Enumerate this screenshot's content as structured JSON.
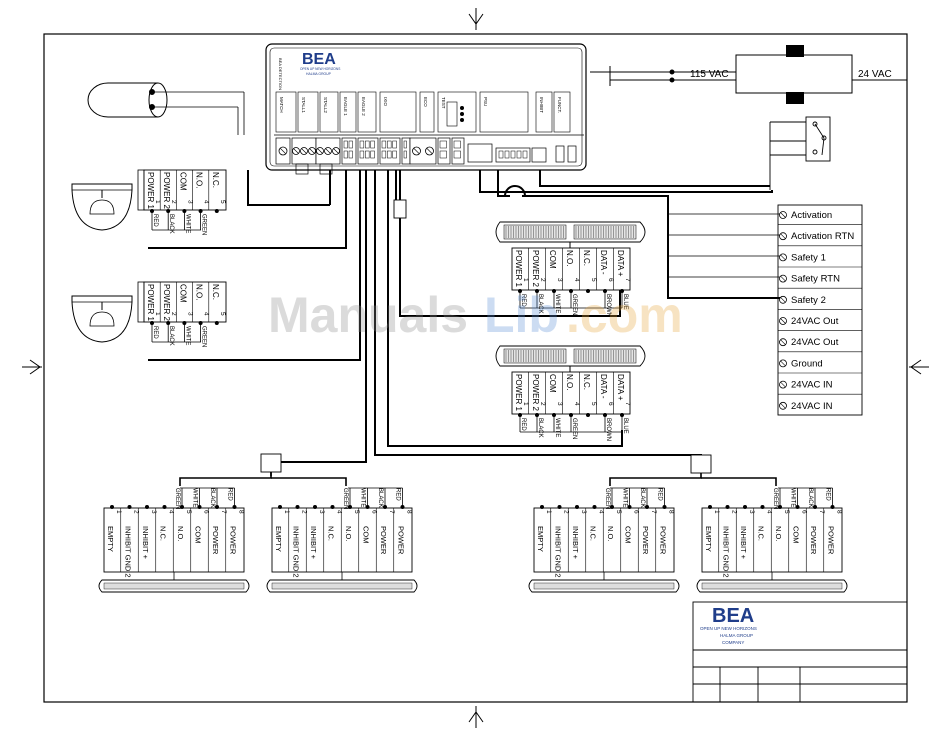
{
  "header": {
    "logo_main": "BEA",
    "logo_tagline": "OPEN UP NEW HORIZONS",
    "logo_group": "HALMA GROUP",
    "logo_company": "COMPANY"
  },
  "controller": {
    "side_text": "BEA DETECTION",
    "slots": [
      "MATCH",
      "STALL1",
      "STALL2",
      "EAGLE 1",
      "EAGLE 2",
      "IXIO",
      "ECO",
      "TEST",
      "PSU",
      "INHIBIT",
      "FUNCT."
    ]
  },
  "power": {
    "input_label": "115 VAC",
    "output_label": "24  VAC"
  },
  "terminal_strip": [
    "Activation",
    "Activation RTN",
    "Safety 1",
    "Safety RTN",
    "Safety 2",
    "24VAC Out",
    "24VAC Out",
    "Ground",
    "24VAC IN",
    "24VAC IN"
  ],
  "motion_sensors": {
    "pins": [
      "POWER 1",
      "POWER 2",
      "COM",
      "N.O.",
      "N.C."
    ],
    "numbers": [
      "1",
      "2",
      "3",
      "4",
      "5"
    ],
    "wires": [
      "RED",
      "BLACK",
      "WHITE",
      "GREEN"
    ]
  },
  "presence_sensors": {
    "pins": [
      "POWER 1",
      "POWER 2",
      "COM",
      "N.O.",
      "N.C.",
      "DATA -",
      "DATA +"
    ],
    "numbers": [
      "1",
      "2",
      "3",
      "4",
      "5",
      "6",
      "7"
    ],
    "wires": [
      "RED",
      "BLACK",
      "WHITE",
      "GREEN",
      "",
      "BROWN",
      "BLUE"
    ]
  },
  "threshold_sensors": {
    "pins": [
      "EMPTY",
      "INHIBIT GND 2",
      "INHIBIT +",
      "N.C.",
      "N.O.",
      "COM",
      "POWER",
      "POWER"
    ],
    "numbers": [
      "1",
      "2",
      "3",
      "4",
      "5",
      "6",
      "7",
      "8"
    ],
    "wires": [
      "GREEN",
      "WHITE",
      "BLACK",
      "RED"
    ]
  },
  "watermark": {
    "part1": "Manuals",
    "part2": "Lib",
    "part3": ".com"
  }
}
